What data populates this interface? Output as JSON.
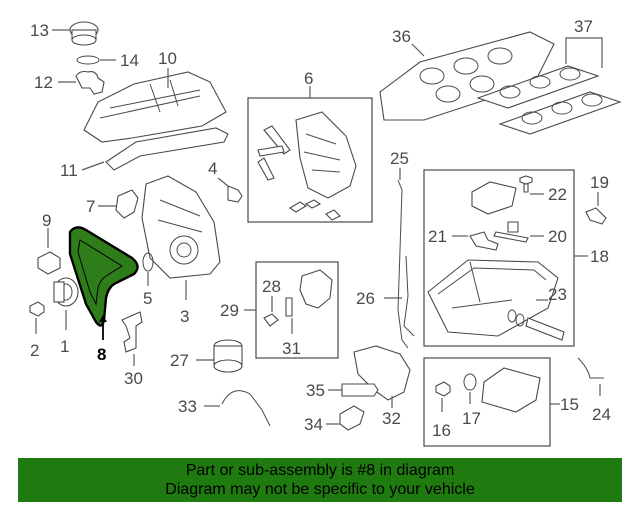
{
  "callouts": {
    "c1": "1",
    "c2": "2",
    "c3": "3",
    "c4": "4",
    "c5": "5",
    "c6": "6",
    "c7": "7",
    "c8": "8",
    "c9": "9",
    "c10": "10",
    "c11": "11",
    "c12": "12",
    "c13": "13",
    "c14": "14",
    "c16": "16",
    "c17": "17",
    "c18": "18",
    "c19": "19",
    "c20": "20",
    "c21": "21",
    "c22": "22",
    "c23": "23",
    "c24": "24",
    "c25": "25",
    "c26": "26",
    "c27": "27",
    "c28": "28",
    "c29": "29",
    "c30": "30",
    "c31": "31",
    "c32": "32",
    "c33": "33",
    "c34": "34",
    "c35": "35",
    "c36": "36",
    "c37": "37",
    "c15": "15"
  },
  "highlight": {
    "part_number": "8",
    "color": "#2e7d1a"
  },
  "banner": {
    "line1": "Part or sub-assembly is #8 in diagram",
    "line2": "Diagram may not be specific to your vehicle",
    "color": "#1f7a10"
  }
}
